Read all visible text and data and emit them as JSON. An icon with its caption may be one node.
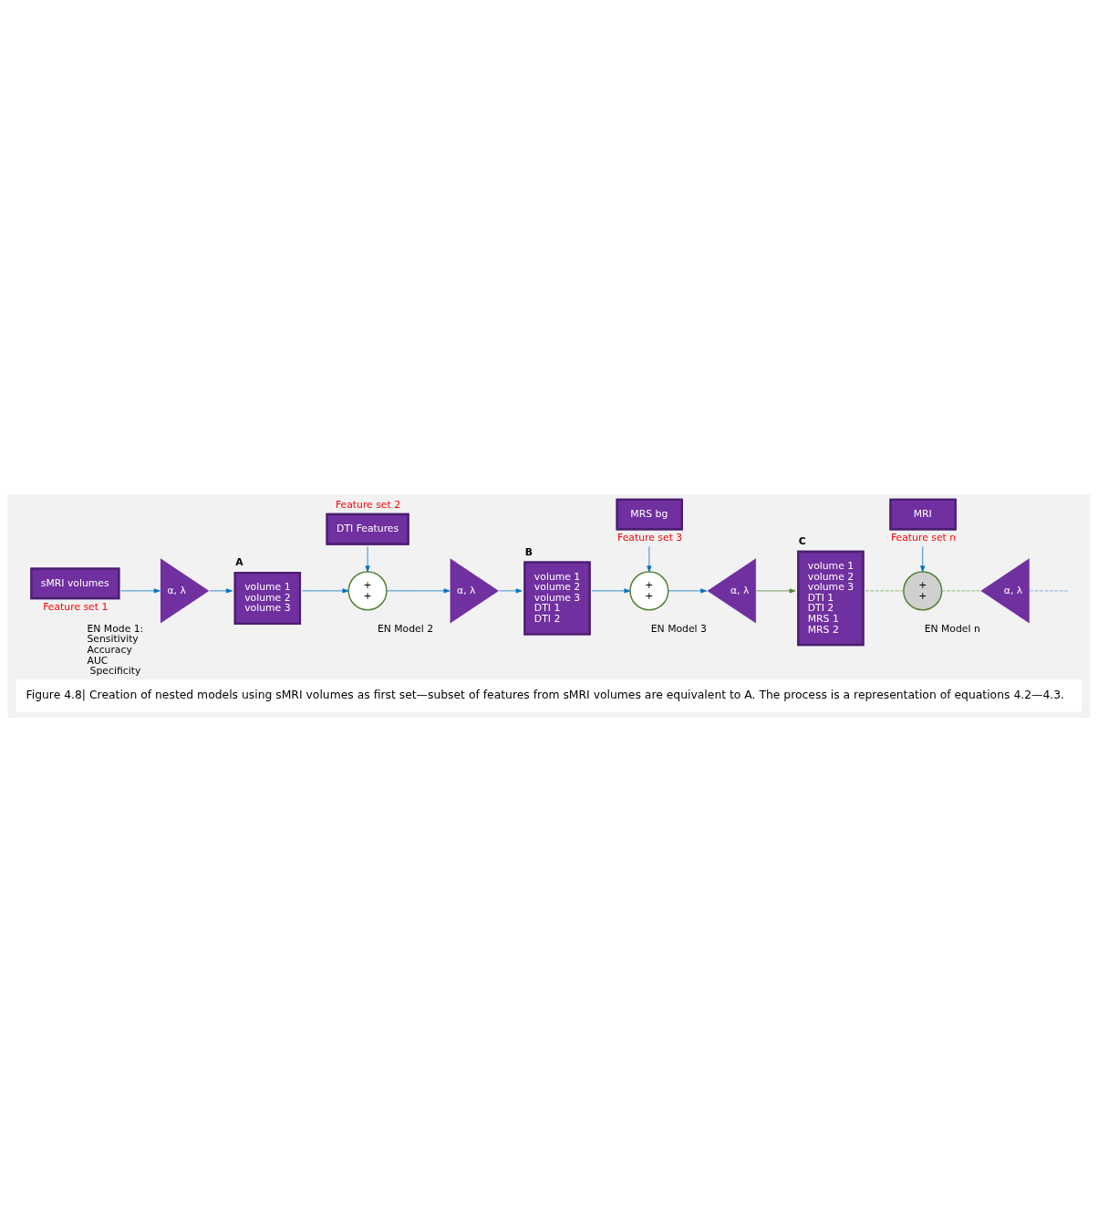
{
  "diagram": {
    "caption": "Figure 4.8| Creation of nested models using sMRI volumes as first set—subset of features from sMRI volumes are equivalent to A. The process is a representation of equations 4.2—4.3.",
    "nodes": [
      {
        "text": [
          "sMRI volumes"
        ],
        "beside": [
          "Feature set 1"
        ]
      },
      {
        "text": [
          "α, λ"
        ],
        "beside": [
          "EN Mode 1:",
          "Sensitivity",
          "Accuracy",
          "AUC",
          "Specificity"
        ]
      },
      {
        "text": [
          "A",
          "volume 1",
          "volume 2",
          "volume 3"
        ]
      },
      {
        "text": [
          "DTI Features"
        ],
        "beside": [
          "Feature set 2"
        ]
      },
      {
        "text": [
          "+",
          "+"
        ]
      },
      {
        "text": [
          "α, λ"
        ],
        "beside": [
          "EN Model 2"
        ]
      },
      {
        "text": [
          "B",
          "volume 1",
          "volume 2",
          "volume 3",
          "DTI 1",
          "DTI 2"
        ]
      },
      {
        "text": [
          "+",
          "+"
        ]
      },
      {
        "text": [
          "MRS bg"
        ],
        "beside": [
          "Feature set 3"
        ]
      },
      {
        "text": [
          "α, λ"
        ],
        "beside": [
          "EN Model 3"
        ]
      },
      {
        "text": [
          "C",
          "volume 1",
          "volume 2",
          "volume 3",
          "DTI 1",
          "DTI 2",
          "MRS 1",
          "MRS 2"
        ]
      },
      {
        "text": [
          "+",
          "+"
        ]
      },
      {
        "text": [
          "MRI"
        ],
        "beside": [
          "Feature set n"
        ]
      },
      {
        "text": [
          "α, λ"
        ],
        "beside": [
          "EN Model n"
        ]
      }
    ],
    "edges": [
      {
        "from": 0,
        "to": 1,
        "arrow": "to"
      },
      {
        "from": 1,
        "to": 2,
        "arrow": "to"
      },
      {
        "from": 2,
        "to": 4,
        "arrow": "to"
      },
      {
        "from": 3,
        "to": 4,
        "arrow": "to"
      },
      {
        "from": 4,
        "to": 5,
        "arrow": "to"
      },
      {
        "from": 5,
        "to": 6,
        "arrow": "to"
      },
      {
        "from": 6,
        "to": 7,
        "arrow": "to"
      },
      {
        "from": 8,
        "to": 7,
        "arrow": "to"
      },
      {
        "from": 7,
        "to": 9,
        "arrow": "to"
      },
      {
        "from": 9,
        "to": 10,
        "arrow": "to",
        "color": "#548235"
      },
      {
        "from": 10,
        "to": 11,
        "arrow": "none",
        "style": "dashed",
        "color": "#70ad47"
      },
      {
        "from": 12,
        "to": 11,
        "arrow": "to"
      },
      {
        "from": 11,
        "to": 13,
        "arrow": "none",
        "style": "dashed",
        "color": "#70ad47"
      },
      {
        "from": 13,
        "to": null,
        "arrow": "none",
        "style": "dashed",
        "color": "#5b9bd5"
      }
    ]
  }
}
